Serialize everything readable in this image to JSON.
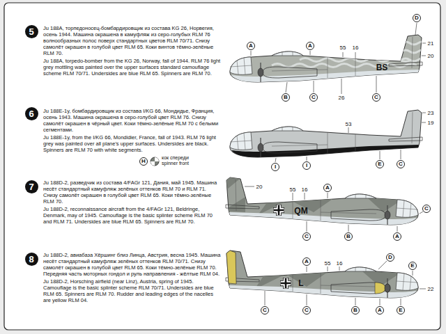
{
  "diagram": {
    "nodes": [
      {
        "text": [
          "5"
        ]
      },
      {
        "text": [
          "D"
        ]
      },
      {
        "text": [
          "A"
        ]
      },
      {
        "text": [
          "A"
        ]
      },
      {
        "text": [
          "B"
        ]
      },
      {
        "text": [
          "C"
        ]
      },
      {
        "text": [
          "C"
        ]
      },
      {
        "text": [
          "6"
        ]
      },
      {
        "text": [
          "E"
        ]
      },
      {
        "text": [
          "C"
        ]
      },
      {
        "text": [
          "I"
        ]
      },
      {
        "text": [
          "I"
        ]
      },
      {
        "text": [
          "H"
        ]
      },
      {
        "text": [
          "7"
        ]
      },
      {
        "text": [
          "A"
        ]
      },
      {
        "text": [
          "C"
        ]
      },
      {
        "text": [
          "B"
        ]
      },
      {
        "text": [
          "C"
        ]
      },
      {
        "text": [
          "A"
        ]
      },
      {
        "text": [
          "8"
        ]
      },
      {
        "text": [
          "D"
        ]
      },
      {
        "text": [
          "E"
        ]
      },
      {
        "text": [
          "A"
        ]
      },
      {
        "text": [
          "B"
        ]
      },
      {
        "text": [
          "A"
        ]
      },
      {
        "text": [
          "E"
        ]
      },
      {
        "text": [
          "C"
        ]
      },
      {
        "text": [
          "C"
        ]
      }
    ],
    "labels": [
      "Ju 188A, торпедоносец-бомбардировщик из состава KG 26, Норвегия, осень 1944. Машина окрашена в камуфляж из серо-голубых RLM 76 волнообразных полос поверх стандартных цветов RLM 70/71. Снизу самолёт окрашен в голубой цвет RLM 65. Коки винтов тёмно-зелёные RLM 70.",
      "Ju 188A, torpedo-bomber from the KG 26, Norway, fall of 1944. RLM 76 light grey mottling was painted over the upper surfaces standard camouflage scheme RLM 70/71. Undersides are blue RLM 65. Spinners are RLM 70.",
      "21",
      "20",
      "55",
      "16",
      "26",
      "BS",
      "Ju 188E-1y, бомбардировщик из состава I/KG 66, Мондидье, Франция, осень 1943. Машина окрашена в серо-голубой цвет RLM 76. Снизу самолёт окрашен в чёрный цвет. Коки тёмно-зелёные RLM 70 с белыми сегментами.",
      "Ju 188E-1y, from the I/KG 66, Mondidier, France, fall of 1943. RLM 76 light grey was painted over all plane's upper surfaces. Undersides are black. Spinners are RLM 70 with white segments.",
      "кок спереди",
      "spinner front",
      "23",
      "19",
      "53",
      "Ju 188D-2, разведчик из состава 4/FAGr 121, Дания, май 1945. Машина несёт стандартный камуфляж зелёных оттенков RLM 70 и RLM 71. Снизу самолёт окрашен в голубой цвет RLM 65. Коки тёмно-зелёные RLM 70.",
      "Ju 188D-2, reconnaissance aircraft from the 4/FAGr 121, Beldringe, Denmark, may of 1945. Camouflage is the basic splinter scheme RLM 70 and RLM 71. Undersides are blue RLM 65. Spinners are RLM 70.",
      "20",
      "55",
      "16",
      "QM",
      "Ju 188D-2, авиабаза Хёршинг близ Линца, Австрия, весна 1945. Машина несёт стандартный камуфляж зелёных оттенков RLM 70/71. Снизу самолёт окрашен в голубой цвет RLM 65. Коки тёмно-зелёные RLM 70. Передняя часть моторных гондол и руль направления - жёлтые RLM 04.",
      "Ju 188D-2, Horsching airfield (near Linz), Austria, spring of 1945. Camouflage is the basic splinter scheme RLM 70/71. Undersides are blue RLM 65. Spinners are RLM 70. Rudder and leading edges of the nacelles are yellow RLM 04.",
      "22",
      "55",
      "16",
      "L"
    ]
  }
}
